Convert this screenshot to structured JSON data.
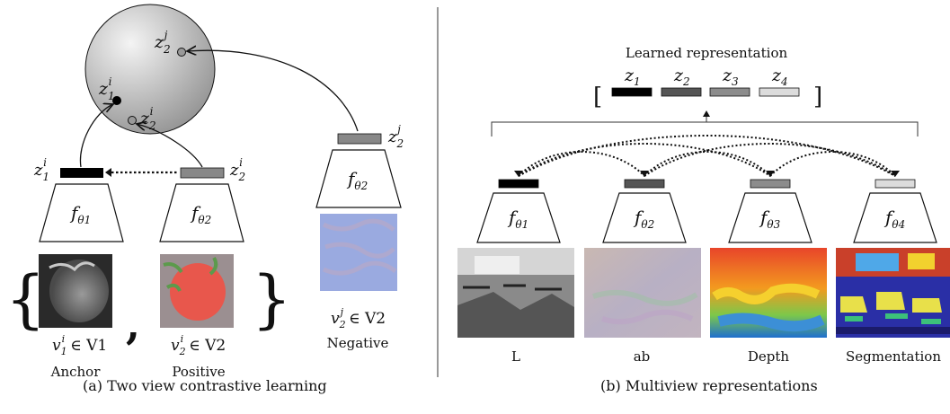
{
  "panel_a": {
    "caption": "(a) Two view contrastive learning",
    "anchor_label": "Anchor",
    "positive_label": "Positive",
    "negative_label": "Negative",
    "encoder_anchor": "f",
    "encoder_anchor_sub": "θ1",
    "encoder_positive": "f",
    "encoder_positive_sub": "θ2",
    "encoder_negative": "f",
    "encoder_negative_sub": "θ2",
    "z1i": "z",
    "z2i": "z",
    "z2j": "z",
    "view_anchor": "v",
    "view_anchor_set": "∈ V1",
    "view_positive": "v",
    "view_positive_set": "∈ V2",
    "view_negative": "v",
    "view_negative_set": "∈ V2",
    "brace_open": "{",
    "brace_close": "}",
    "comma": ","
  },
  "panel_b": {
    "caption": "(b) Multiview representations",
    "title": "Learned representation",
    "bracket_open": "[",
    "bracket_close": "]",
    "z_labels": [
      "z1",
      "z2",
      "z3",
      "z4"
    ],
    "z_colors": [
      "#000000",
      "#555555",
      "#8c8c8c",
      "#dcdcdc"
    ],
    "encoders": [
      "fθ1",
      "fθ2",
      "fθ3",
      "fθ4"
    ],
    "view_labels": [
      "L",
      "ab",
      "Depth",
      "Segmentation"
    ]
  }
}
